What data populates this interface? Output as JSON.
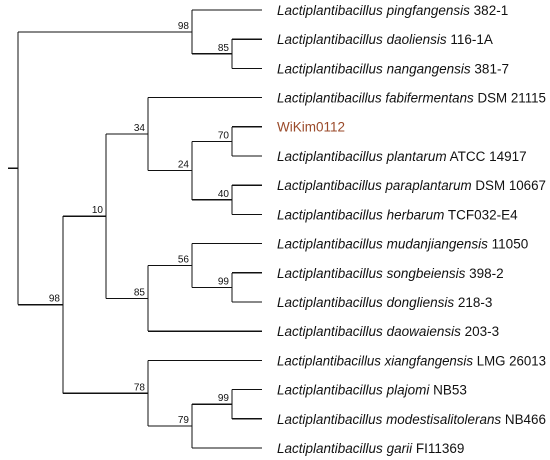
{
  "colors": {
    "branch": "#111111",
    "text": "#111111",
    "query_highlight": "#9a4a2a"
  },
  "taxa": [
    {
      "id": "pingfangensis",
      "genus": "Lactiplantibacillus",
      "species": "pingfangensis",
      "strain": "382-1"
    },
    {
      "id": "daoliensis",
      "genus": "Lactiplantibacillus",
      "species": "daoliensis",
      "strain": "116-1A"
    },
    {
      "id": "nangangensis",
      "genus": "Lactiplantibacillus",
      "species": "nangangensis",
      "strain": "381-7"
    },
    {
      "id": "fabifermentans",
      "genus": "Lactiplantibacillus",
      "species": "fabifermentans",
      "strain": "DSM 21115"
    },
    {
      "id": "wikim0112",
      "query": true,
      "label": "WiKim0112"
    },
    {
      "id": "plantarum",
      "genus": "Lactiplantibacillus",
      "species": "plantarum",
      "strain": "ATCC 14917"
    },
    {
      "id": "paraplantarum",
      "genus": "Lactiplantibacillus",
      "species": "paraplantarum",
      "strain": "DSM 10667"
    },
    {
      "id": "herbarum",
      "genus": "Lactiplantibacillus",
      "species": "herbarum",
      "strain": "TCF032-E4"
    },
    {
      "id": "mudanjiangensis",
      "genus": "Lactiplantibacillus",
      "species": "mudanjiangensis",
      "strain": "11050"
    },
    {
      "id": "songbeiensis",
      "genus": "Lactiplantibacillus",
      "species": "songbeiensis",
      "strain": "398-2"
    },
    {
      "id": "dongliensis",
      "genus": "Lactiplantibacillus",
      "species": "dongliensis",
      "strain": "218-3"
    },
    {
      "id": "daowaiensis",
      "genus": "Lactiplantibacillus",
      "species": "daowaiensis",
      "strain": "203-3"
    },
    {
      "id": "xiangfangensis",
      "genus": "Lactiplantibacillus",
      "species": "xiangfangensis",
      "strain": "LMG 26013"
    },
    {
      "id": "plajomi",
      "genus": "Lactiplantibacillus",
      "species": "plajomi",
      "strain": "NB53"
    },
    {
      "id": "modestisalitolerans",
      "genus": "Lactiplantibacillus",
      "species": "modestisalitolerans",
      "strain": "NB466"
    },
    {
      "id": "garii",
      "genus": "Lactiplantibacillus",
      "species": "garii",
      "strain": "FI11369"
    }
  ],
  "tree": {
    "children": [
      {
        "bootstrap": "98",
        "children": [
          {
            "leaf": "pingfangensis"
          },
          {
            "bootstrap": "85",
            "children": [
              {
                "leaf": "daoliensis"
              },
              {
                "leaf": "nangangensis"
              }
            ]
          }
        ]
      },
      {
        "bootstrap": "98",
        "children": [
          {
            "bootstrap": "10",
            "children": [
              {
                "bootstrap": "34",
                "children": [
                  {
                    "leaf": "fabifermentans"
                  },
                  {
                    "bootstrap": "24",
                    "children": [
                      {
                        "bootstrap": "70",
                        "children": [
                          {
                            "leaf": "wikim0112"
                          },
                          {
                            "leaf": "plantarum"
                          }
                        ]
                      },
                      {
                        "bootstrap": "40",
                        "children": [
                          {
                            "leaf": "paraplantarum"
                          },
                          {
                            "leaf": "herbarum"
                          }
                        ]
                      }
                    ]
                  }
                ]
              },
              {
                "bootstrap": "85",
                "children": [
                  {
                    "bootstrap": "56",
                    "children": [
                      {
                        "leaf": "mudanjiangensis"
                      },
                      {
                        "bootstrap": "99",
                        "children": [
                          {
                            "leaf": "songbeiensis"
                          },
                          {
                            "leaf": "dongliensis"
                          }
                        ]
                      }
                    ]
                  },
                  {
                    "leaf": "daowaiensis"
                  }
                ]
              }
            ]
          },
          {
            "bootstrap": "78",
            "children": [
              {
                "leaf": "xiangfangensis"
              },
              {
                "bootstrap": "79",
                "children": [
                  {
                    "bootstrap": "99",
                    "children": [
                      {
                        "leaf": "plajomi"
                      },
                      {
                        "leaf": "modestisalitolerans"
                      }
                    ]
                  },
                  {
                    "leaf": "garii"
                  }
                ]
              }
            ]
          }
        ]
      }
    ]
  }
}
